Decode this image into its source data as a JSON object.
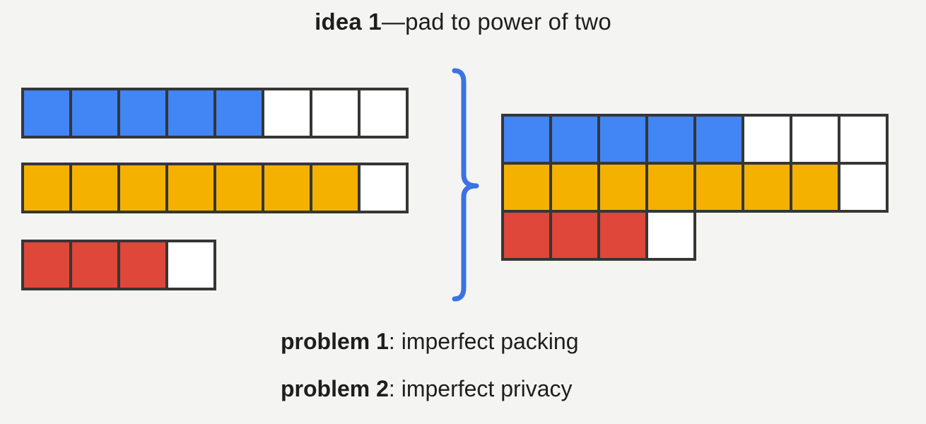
{
  "title": {
    "bold": "idea 1",
    "rest": "—pad to power of two"
  },
  "problems": [
    {
      "bold": "problem 1",
      "rest": ": imperfect packing"
    },
    {
      "bold": "problem 2",
      "rest": ": imperfect privacy"
    }
  ],
  "left_bars": [
    {
      "cells": [
        "blue",
        "blue",
        "blue",
        "blue",
        "blue",
        "white",
        "white",
        "white"
      ]
    },
    {
      "cells": [
        "yellow",
        "yellow",
        "yellow",
        "yellow",
        "yellow",
        "yellow",
        "yellow",
        "white"
      ]
    },
    {
      "cells": [
        "red",
        "red",
        "red",
        "white"
      ]
    }
  ],
  "packed_bars": [
    {
      "cells": [
        "blue",
        "blue",
        "blue",
        "blue",
        "blue",
        "white",
        "white",
        "white"
      ]
    },
    {
      "cells": [
        "yellow",
        "yellow",
        "yellow",
        "yellow",
        "yellow",
        "yellow",
        "yellow",
        "white"
      ]
    },
    {
      "cells": [
        "red",
        "red",
        "red",
        "white"
      ]
    }
  ],
  "icons": {
    "brace": "right-curly-brace-icon"
  },
  "colors": {
    "background": "#F4F4F3",
    "grid_line": "#363636",
    "blue": "#4285F4",
    "yellow": "#F4B100",
    "red": "#DE4739",
    "white": "#FFFFFF",
    "brace_blue": "#3C72E3",
    "text": "#1E1E1E"
  }
}
